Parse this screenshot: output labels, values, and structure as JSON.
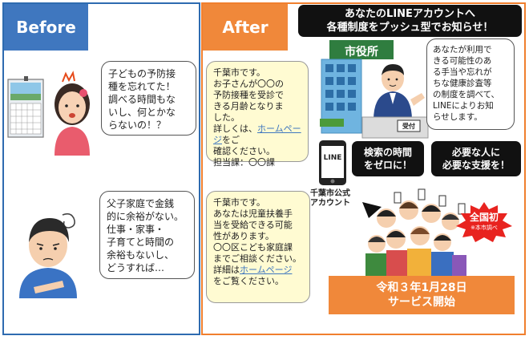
{
  "before": {
    "title": "Before",
    "bubble_top": "子どもの予防接\n種を忘れてた！\n調べる時間もな\nいし、何とかな\nらないの！？",
    "bubble_bottom": "父子家庭で金銭\n的に余裕がない。\n仕事・家事・\n子育てと時間の\n余裕もないし、\nどうすれば…"
  },
  "after": {
    "title": "After",
    "banner_line1": "あなたのLINEアカウントへ",
    "banner_line2": "各種制度をプッシュ型でお知らせ！",
    "city_hall_sign": "市役所",
    "desk_sign": "受付",
    "staff_bubble": "あなたが利用で\nきる可能性のあ\nる手当や忘れが\nちな健康診査等\nの制度を調べて、\nLINEによりお知\nらせします。",
    "msg1_pre": "千葉市です。\nお子さんが〇〇の\n予防接種を受診で\nきる月齢となりま\nした。\n詳しくは、",
    "msg1_link": "ホームページ",
    "msg1_post": "をご\n確認ください。\n担当課：〇〇課",
    "msg2_pre": "千葉市です。\nあなたは児童扶養手\n当を受給できる可能\n性があります。\n〇〇区こども家庭課\nまでご相談ください。\n詳細は",
    "msg2_link": "ホームページ",
    "msg2_post": "\nをご覧ください。",
    "phone_screen": "LINE",
    "account_label": "千葉市公式\nアカウント",
    "box_search": "検索の時間\nをゼロに！",
    "box_support": "必要な人に\n必要な支援を！",
    "badge_main": "全国初",
    "badge_sub": "※本市調べ",
    "start_line1": "令和３年1月28日",
    "start_line2": "サービス開始"
  },
  "colors": {
    "before_accent": "#3f77bf",
    "after_accent": "#f07f2e",
    "banner": "#111111",
    "message_bubble": "#fffbd2",
    "badge": "#e8231f",
    "link": "#3f77bf"
  }
}
